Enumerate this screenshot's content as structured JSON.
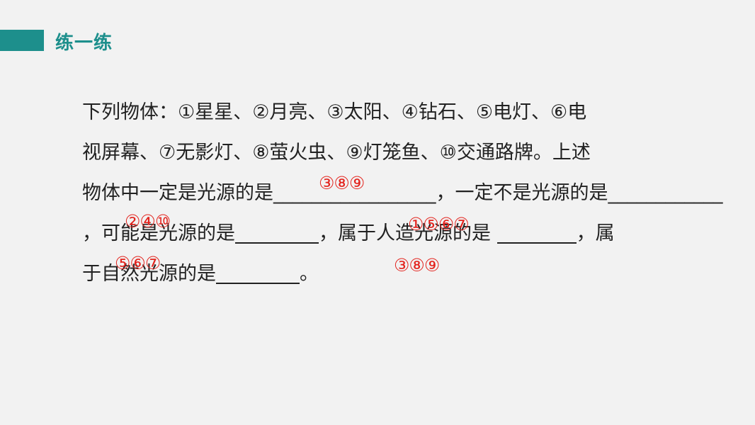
{
  "header": {
    "title": "练一练"
  },
  "question": {
    "line1": "下列物体：①星星、②月亮、③太阳、④钻石、⑤电灯、⑥电",
    "line2": "视屏幕、⑦无影灯、⑧萤火虫、⑨灯笼鱼、⑩交通路牌。上述",
    "line3_a": "物体中一定是光源的是",
    "line3_blank1": "_________________",
    "line3_b": "，一定不是光源的是",
    "line3_blank2": "____________",
    "line4_a": "，可能是光源的是",
    "line4_b": "，属于人造光源的是",
    "line4_c": "，属",
    "line5_a": "于自然光源的是",
    "line5_b": "。"
  },
  "answers": {
    "must_be_source": "③⑧⑨",
    "not_source": "②④⑩",
    "maybe_source": "①⑤⑥⑦",
    "artificial_source": "⑤⑥⑦",
    "natural_source": "③⑧⑨"
  },
  "colors": {
    "accent": "#1d8f8c",
    "answer": "#e3231d"
  }
}
